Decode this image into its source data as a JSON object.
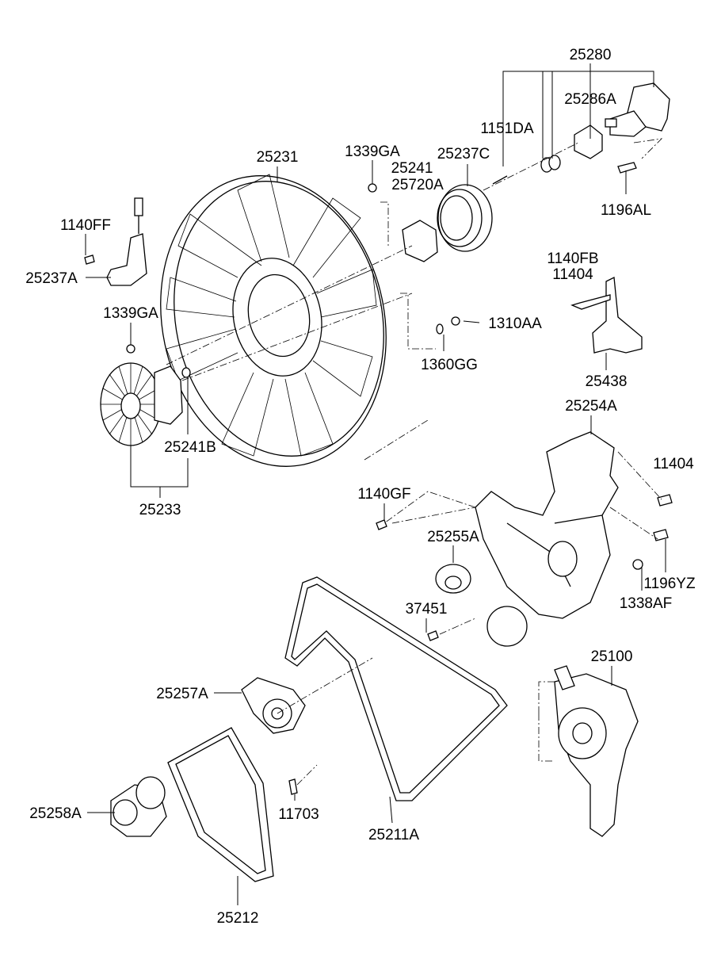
{
  "diagram": {
    "labels": {
      "l25280": "25280",
      "l25286A": "25286A",
      "l1151DA": "1151DA",
      "l1339GA_top": "1339GA",
      "l25237C": "25237C",
      "l25231": "25231",
      "l25241": "25241",
      "l25720A": "25720A",
      "l1196AL": "1196AL",
      "l1140FF": "1140FF",
      "l25237A": "25237A",
      "l1140FB": "1140FB",
      "l11404_top": "11404",
      "l1339GA_left": "1339GA",
      "l1310AA": "1310AA",
      "l1360GG": "1360GG",
      "l25438": "25438",
      "l25254A": "25254A",
      "l25241B": "25241B",
      "l11404_right": "11404",
      "l25233": "25233",
      "l1140GF": "1140GF",
      "l25255A": "25255A",
      "l1196YZ": "1196YZ",
      "l37451": "37451",
      "l1338AF": "1338AF",
      "l25100": "25100",
      "l25257A": "25257A",
      "l25258A": "25258A",
      "l11703": "11703",
      "l25211A": "25211A",
      "l25212": "25212"
    }
  }
}
